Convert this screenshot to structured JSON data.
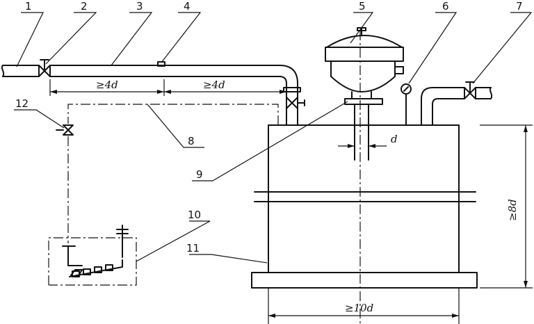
{
  "callouts": [
    {
      "id": "c1",
      "text": "1"
    },
    {
      "id": "c2",
      "text": "2"
    },
    {
      "id": "c3",
      "text": "3"
    },
    {
      "id": "c4",
      "text": "4"
    },
    {
      "id": "c5",
      "text": "5"
    },
    {
      "id": "c6",
      "text": "6"
    },
    {
      "id": "c7",
      "text": "7"
    },
    {
      "id": "c8",
      "text": "8"
    },
    {
      "id": "c9",
      "text": "9"
    },
    {
      "id": "c10",
      "text": "10"
    },
    {
      "id": "c11",
      "text": "11"
    },
    {
      "id": "c12",
      "text": "12"
    }
  ],
  "dimensions": {
    "pipe_left": "≥4d",
    "pipe_right": "≥4d",
    "nozzle": "d",
    "height": "≥8d",
    "width": "≥10d"
  }
}
